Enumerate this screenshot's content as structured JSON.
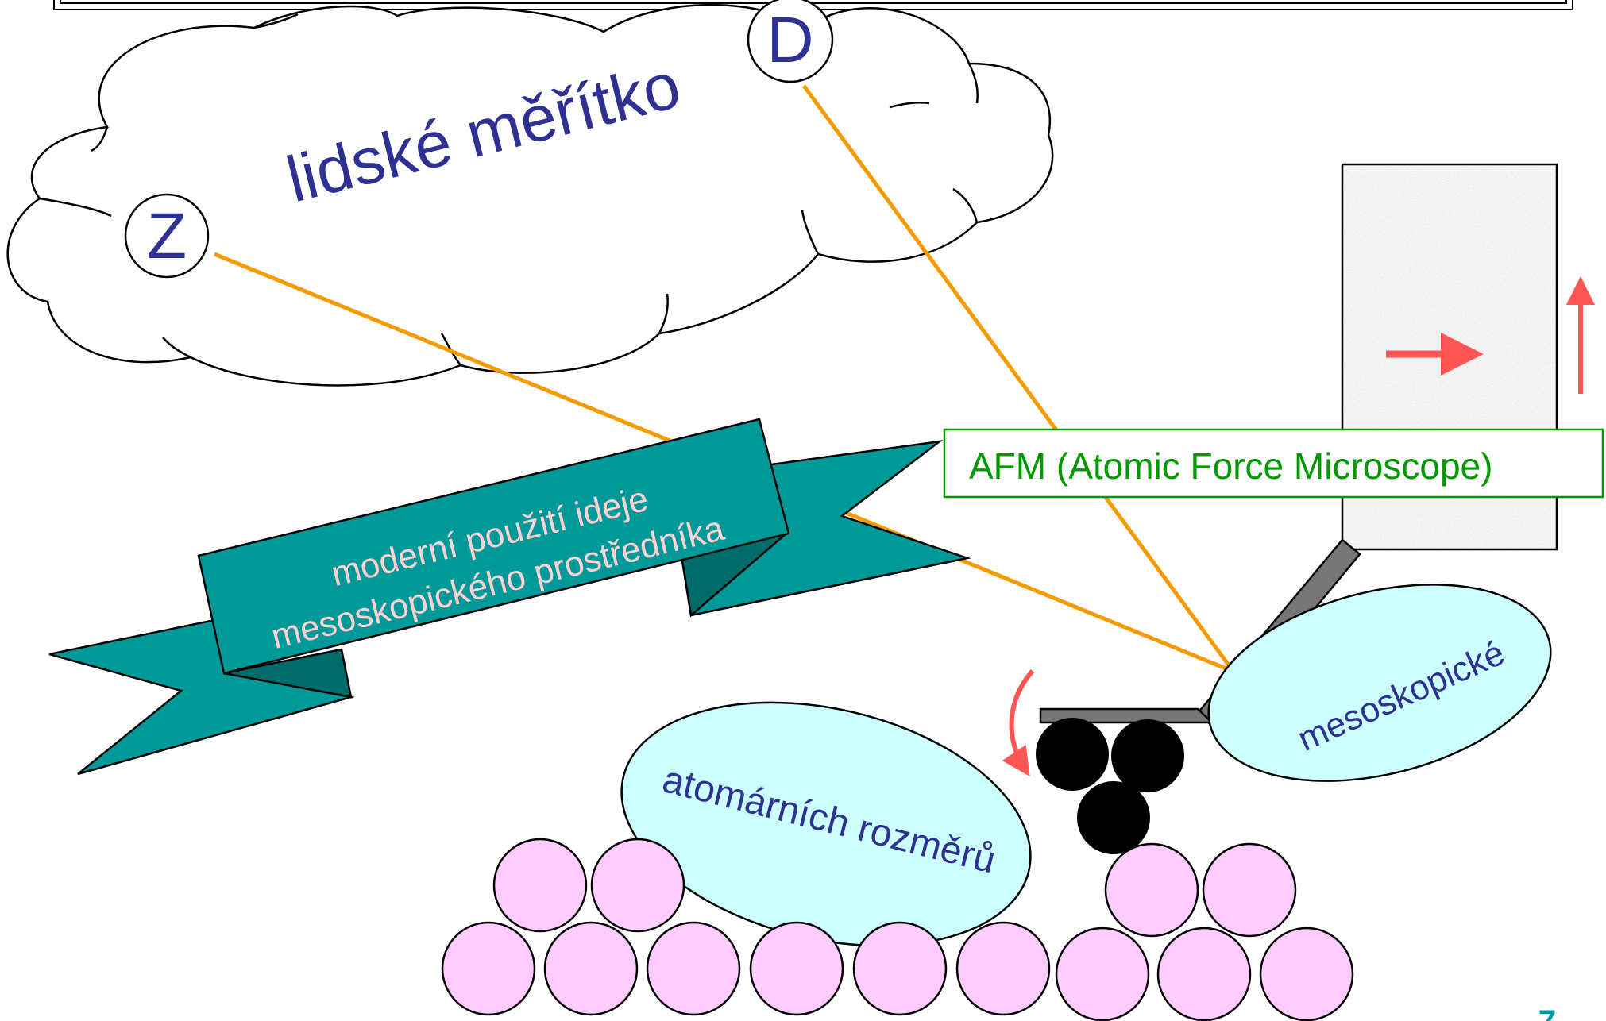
{
  "cloud": {
    "label": "lidské měřítko",
    "z_label": "Z",
    "d_label": "D"
  },
  "banner": {
    "line1": "moderní použití ideje",
    "line2": "mesoskopického prostředníka"
  },
  "afm_label": "AFM (Atomic Force Microscope)",
  "ellipses": {
    "atomic": "atomárních rozměrů",
    "meso": "mesoskopické"
  },
  "page_number": "7",
  "colors": {
    "text_blue": "#2e3192",
    "orange_line": "#f59b00",
    "ribbon_teal": "#009999",
    "ribbon_dark": "#006b6b",
    "ribbon_text": "#ffd1d1",
    "afm_green": "#009900",
    "ellipse_fill": "#ccffff",
    "atom_fill": "#ffccff",
    "arrow_red": "#ff5555"
  }
}
